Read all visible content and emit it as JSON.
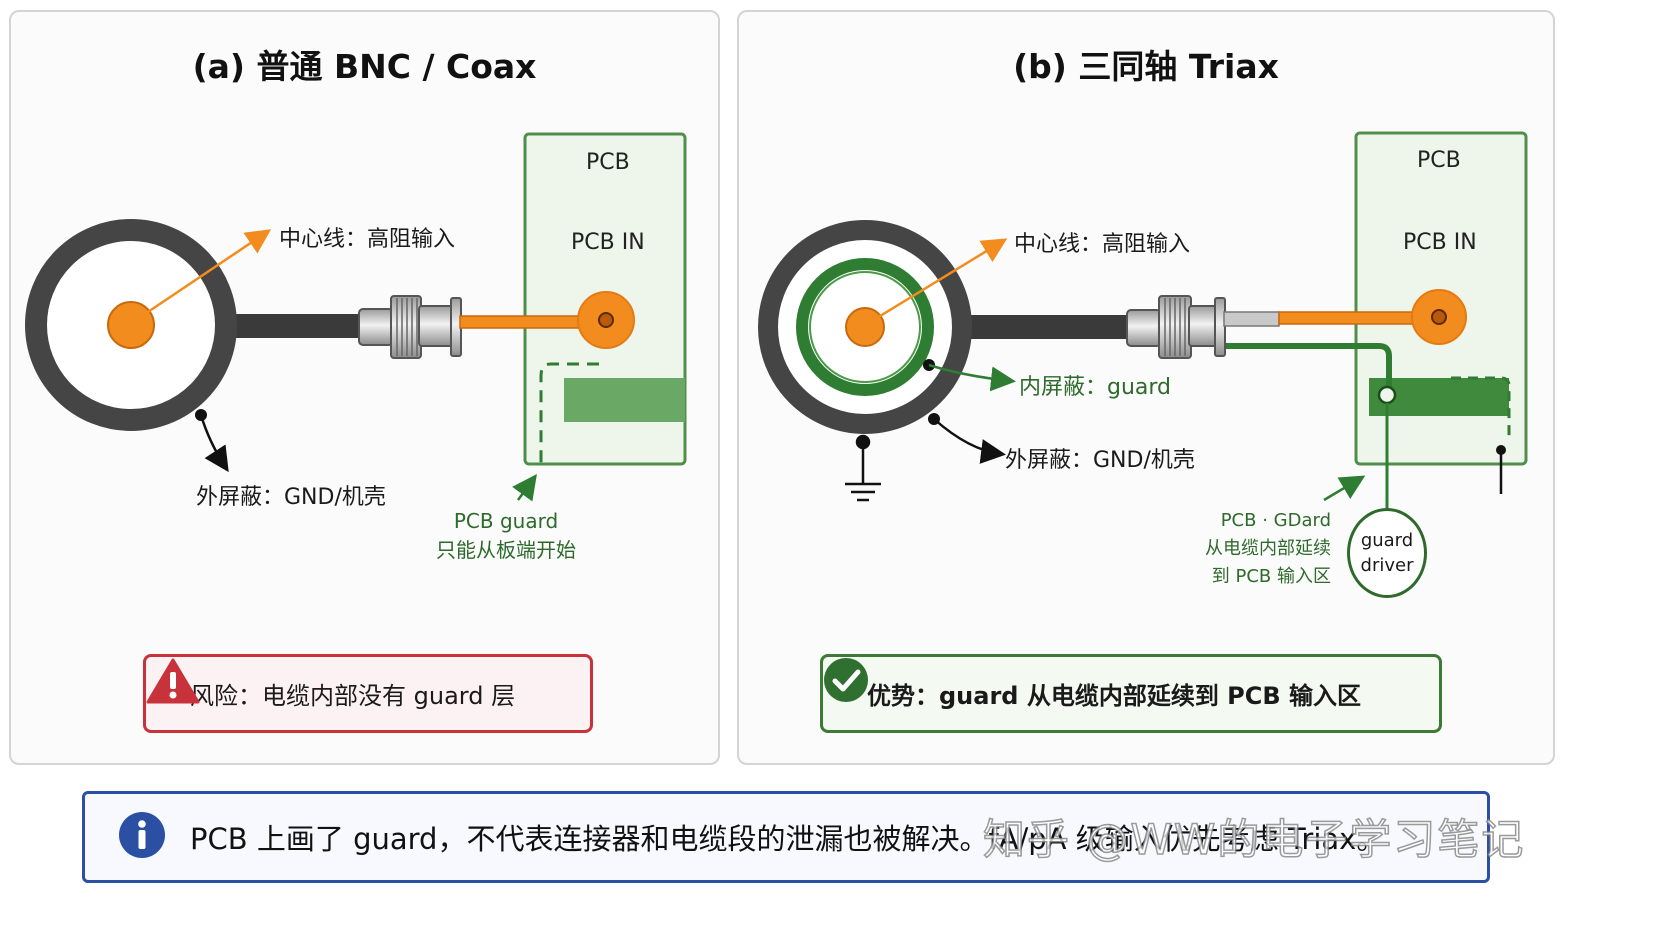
{
  "panel_a": {
    "title": "(a) 普通 BNC / Coax",
    "pcb_label": "PCB",
    "pcb_in_label": "PCB IN",
    "center_label": "中心线：高阻输入",
    "outer_label": "外屏蔽：GND/机壳",
    "pcb_guard_note": [
      "PCB guard",
      "只能从板端开始"
    ],
    "callout": {
      "icon": "warning-icon",
      "text": "风险：电缆内部没有 guard 层",
      "color": "#c8323a"
    }
  },
  "panel_b": {
    "title": "(b) 三同轴 Triax",
    "pcb_label": "PCB",
    "pcb_in_label": "PCB IN",
    "center_label": "中心线：高阻输入",
    "inner_label": "内屏蔽：guard",
    "outer_label": "外屏蔽：GND/机壳",
    "pcb_guard_note": [
      "PCB · GDard",
      "从电缆内部延续",
      "到 PCB 输入区"
    ],
    "driver_label": [
      "guard",
      "driver"
    ],
    "callout": {
      "icon": "check-icon",
      "text": "优势：guard 从电缆内部延续到 PCB 输入区",
      "color": "#3d7a35"
    }
  },
  "info_bar": {
    "icon": "info-icon",
    "text": "PCB 上画了 guard，不代表连接器和电缆段的泄漏也被解决。fA/pA 级输入优先考虑 Triax。",
    "watermark": "知乎 @WW的电子学习笔记"
  },
  "colors": {
    "signal": "#f28c1f",
    "guard": "#2e7d32",
    "guard_fill": "#6aa866",
    "pcb_fill": "#eef5ea",
    "pcb_border": "#4f8f4b",
    "shield": "#444444",
    "risk": "#c8323a",
    "info": "#2a4fa3"
  }
}
